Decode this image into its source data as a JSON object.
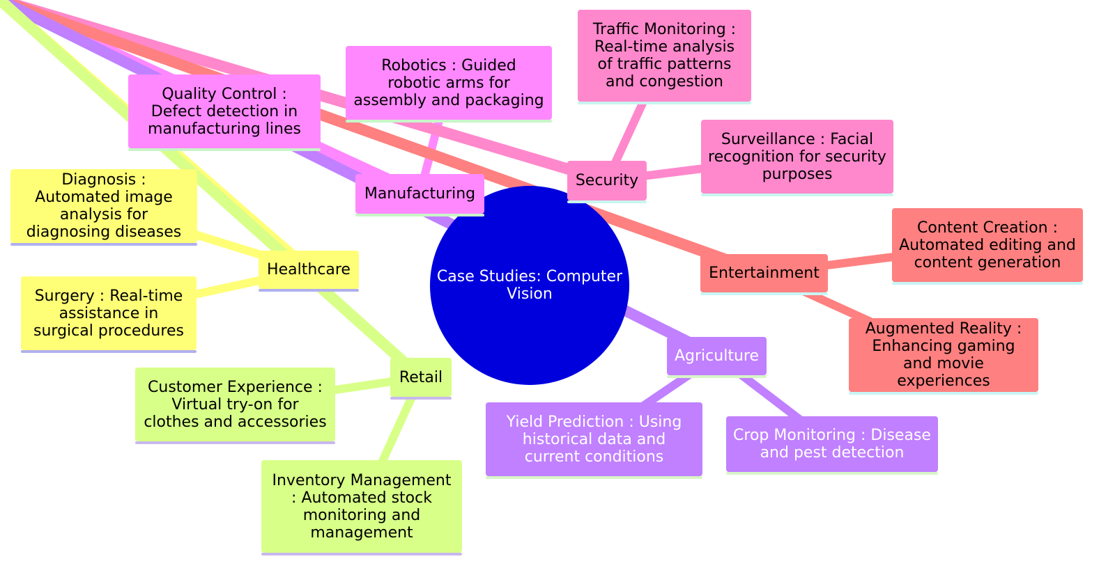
{
  "root": {
    "label": "Case Studies: Computer Vision",
    "color": "#0000dd"
  },
  "branches": [
    {
      "id": "manufacturing",
      "label": "Manufacturing",
      "color": "#ff88ff",
      "underline": "#c8f5c8",
      "children": [
        {
          "id": "quality-control",
          "label": "Quality Control : Defect detection in manufacturing lines"
        },
        {
          "id": "robotics",
          "label": "Robotics : Guided robotic arms for assembly and packaging"
        }
      ]
    },
    {
      "id": "security",
      "label": "Security",
      "color": "#ff88cc",
      "underline": "#c8f5ef",
      "children": [
        {
          "id": "traffic-monitoring",
          "label": "Traffic Monitoring : Real-time analysis of traffic patterns and congestion"
        },
        {
          "id": "surveillance",
          "label": "Surveillance : Facial recognition for security purposes"
        }
      ]
    },
    {
      "id": "healthcare",
      "label": "Healthcare",
      "color": "#ffff77",
      "underline": "#b0b0ee",
      "children": [
        {
          "id": "diagnosis",
          "label": "Diagnosis : Automated image analysis for diagnosing diseases"
        },
        {
          "id": "surgery",
          "label": "Surgery : Real-time assistance in surgical procedures"
        }
      ]
    },
    {
      "id": "entertainment",
      "label": "Entertainment",
      "color": "#ff8080",
      "underline": "#c8f5f5",
      "children": [
        {
          "id": "content-creation",
          "label": "Content Creation : Automated editing and content generation"
        },
        {
          "id": "augmented-reality",
          "label": "Augmented Reality : Enhancing gaming and movie experiences"
        }
      ]
    },
    {
      "id": "agriculture",
      "label": "Agriculture",
      "color": "#c080ff",
      "underline": "#d8f5c8",
      "children": [
        {
          "id": "yield-prediction",
          "label": "Yield Prediction : Using historical data and current conditions"
        },
        {
          "id": "crop-monitoring",
          "label": "Crop Monitoring : Disease and pest detection"
        }
      ]
    },
    {
      "id": "retail",
      "label": "Retail",
      "color": "#d8ff88",
      "underline": "#c8b8ee",
      "children": [
        {
          "id": "customer-experience",
          "label": "Customer Experience : Virtual try-on for clothes and accessories"
        },
        {
          "id": "inventory-management",
          "label": "Inventory Management : Automated stock monitoring and management"
        }
      ]
    }
  ]
}
